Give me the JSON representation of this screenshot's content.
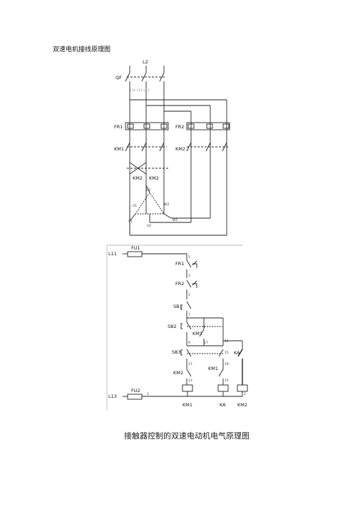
{
  "document": {
    "title": "双速电机接线原理图",
    "caption": "接触器控制的双速电动机电气原理图"
  },
  "power_circuit": {
    "supply_label": "L2",
    "breaker_label": "QF",
    "breaker_terminals": "L11 L12 L13",
    "overload_relay_1": "FR1",
    "overload_relay_2": "FR2",
    "contactor_1": "KM1",
    "contactor_2": "KM2",
    "contactor_2_contact_a": "KM2",
    "contactor_2_contact_b": "KM2",
    "winding_labels": [
      "U2",
      "U1",
      "W2",
      "V1",
      "V2",
      "W1"
    ]
  },
  "control_circuit": {
    "phase_1": "L11",
    "phase_3": "L13",
    "fuse_1": "FU1",
    "fuse_2": "FU2",
    "fr1": "FR1",
    "fr2": "FR2",
    "sb1": "SB1",
    "sb2": "SB2",
    "sb3": "SB3",
    "km1_aux": "KM1",
    "ka_contact": "KA",
    "km2_interlock": "KM2",
    "km1_interlock": "KM1",
    "coil_km1": "KM1",
    "coil_ka": "KA",
    "coil_km2": "KM2",
    "wire_numbers": [
      "1",
      "3",
      "5",
      "7",
      "9",
      "11",
      "13",
      "15",
      "17",
      "19",
      "2",
      "2",
      "9",
      "15",
      "17"
    ]
  }
}
